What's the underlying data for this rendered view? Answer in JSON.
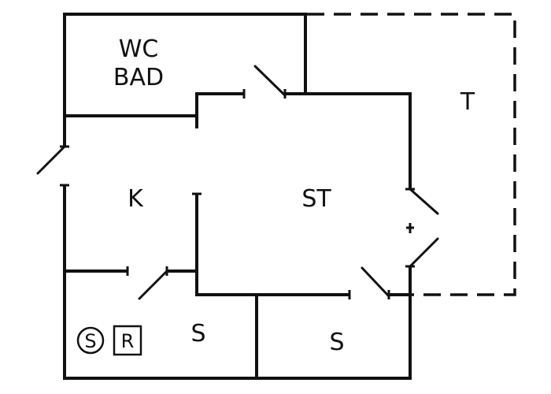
{
  "plan": {
    "rooms": {
      "wc_line1": "WC",
      "wc_line2": "BAD",
      "terrace": "T",
      "kitchen": "K",
      "living": "ST",
      "bedroom_left": "S",
      "bedroom_right": "S"
    },
    "symbols": {
      "circle_symbol": "S",
      "square_symbol": "R"
    },
    "colors": {
      "line": "#111111",
      "background": "#ffffff"
    }
  }
}
